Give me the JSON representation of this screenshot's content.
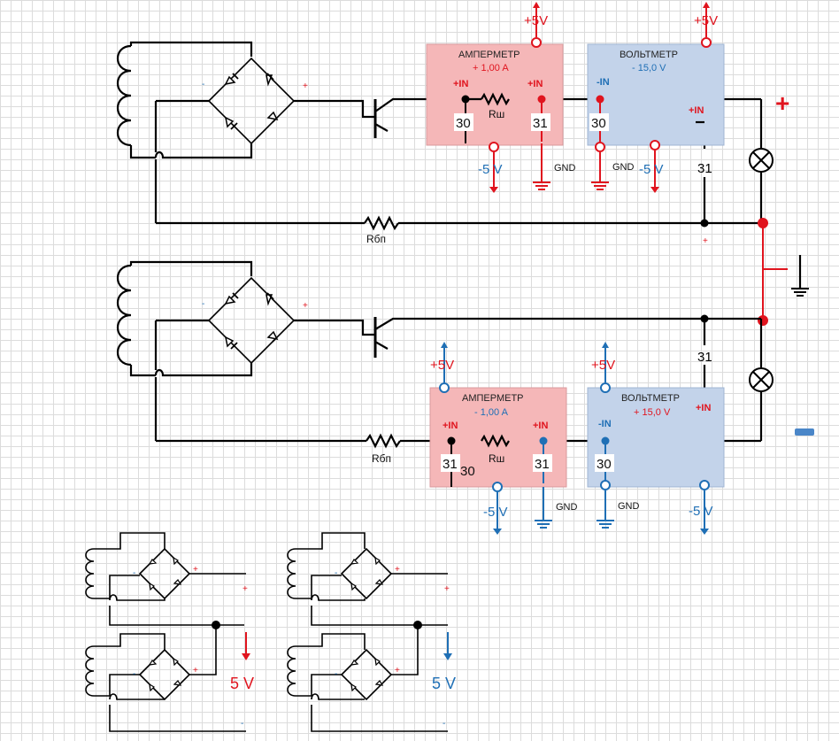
{
  "labels": {
    "ammeter_title": "АМПЕРМЕТР",
    "voltmeter_title": "ВОЛЬТМЕТР",
    "ammeter_top_value": "+ 1,00 A",
    "voltmeter_top_value": "- 15,0 V",
    "ammeter_bottom_value": "- 1,00 A",
    "voltmeter_bottom_value": "+ 15,0 V",
    "plus_in": "+IN",
    "minus_in": "-IN",
    "shunt": "Rш",
    "ballast": "Rбп",
    "pin30": "30",
    "pin31": "31",
    "plus5v": "+5V",
    "minus5v": "-5 V",
    "gnd": "GND",
    "plus": "+",
    "minus": "-",
    "five_v": "5 V"
  },
  "colors": {
    "red": "#e0141e",
    "blue": "#1f6fb5",
    "panel_red": "#f5b7b8",
    "panel_blue": "#c3d3ea"
  }
}
